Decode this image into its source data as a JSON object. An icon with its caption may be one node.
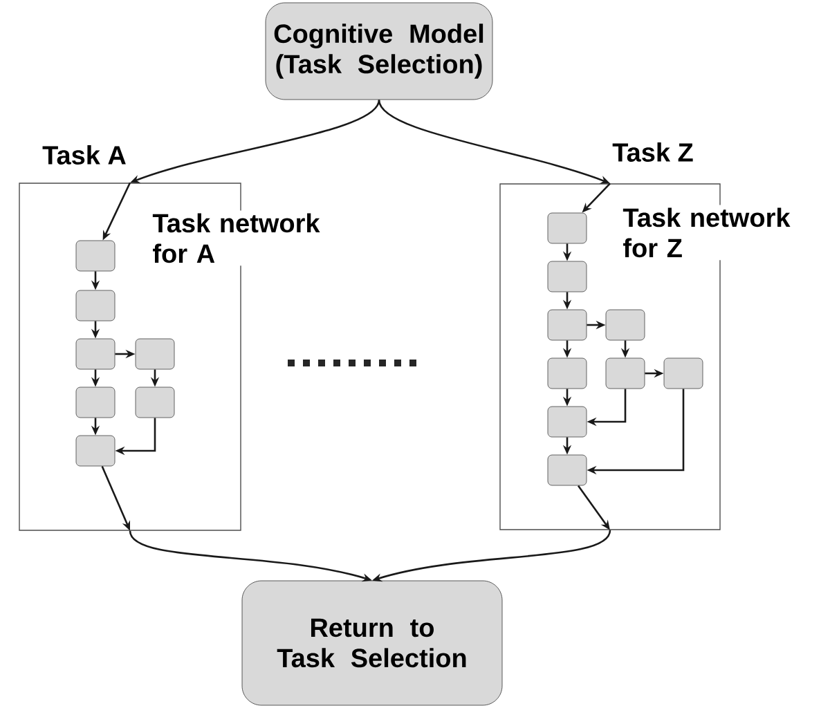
{
  "diagram": {
    "nodes": [
      {
        "text": [
          "Cognitive Model (Task Selection)"
        ]
      },
      {
        "text": [
          "Task network for A"
        ]
      },
      {
        "text": [],
        "shape": "box",
        "in": 1
      },
      {
        "text": [],
        "shape": "box",
        "in": 1
      },
      {
        "text": [],
        "shape": "box",
        "in": 1
      },
      {
        "text": [],
        "shape": "box",
        "in": 1
      },
      {
        "text": [],
        "shape": "box",
        "in": 1
      },
      {
        "text": [],
        "shape": "box",
        "in": 1
      },
      {
        "text": [],
        "shape": "box",
        "in": 1
      },
      {
        "text": [
          "Task network for Z"
        ]
      },
      {
        "text": [],
        "shape": "box",
        "in": 9
      },
      {
        "text": [],
        "shape": "box",
        "in": 9
      },
      {
        "text": [],
        "shape": "box",
        "in": 9
      },
      {
        "text": [],
        "shape": "box",
        "in": 9
      },
      {
        "text": [],
        "shape": "box",
        "in": 9
      },
      {
        "text": [],
        "shape": "box",
        "in": 9
      },
      {
        "text": [],
        "shape": "box",
        "in": 9
      },
      {
        "text": [],
        "shape": "box",
        "in": 9
      },
      {
        "text": [],
        "shape": "box",
        "in": 9
      },
      {
        "text": [
          "Return to Task Selection"
        ]
      }
    ],
    "edges": [
      {
        "from": 0,
        "to": 1,
        "arrow": "to",
        "label": "Task A"
      },
      {
        "from": 0,
        "to": 9,
        "arrow": "to",
        "label": "Task Z"
      },
      {
        "from": 1,
        "to": 2,
        "arrow": "to"
      },
      {
        "from": 2,
        "to": 3,
        "arrow": "to"
      },
      {
        "from": 3,
        "to": 4,
        "arrow": "to"
      },
      {
        "from": 4,
        "to": 5,
        "arrow": "to"
      },
      {
        "from": 4,
        "to": 6,
        "arrow": "to"
      },
      {
        "from": 5,
        "to": 7,
        "arrow": "to"
      },
      {
        "from": 6,
        "to": 8,
        "arrow": "to"
      },
      {
        "from": 7,
        "to": 8,
        "arrow": "to"
      },
      {
        "from": 8,
        "to": 1,
        "arrow": "to"
      },
      {
        "from": 9,
        "to": 10,
        "arrow": "to"
      },
      {
        "from": 10,
        "to": 11,
        "arrow": "to"
      },
      {
        "from": 11,
        "to": 12,
        "arrow": "to"
      },
      {
        "from": 12,
        "to": 13,
        "arrow": "to"
      },
      {
        "from": 12,
        "to": 14,
        "arrow": "to"
      },
      {
        "from": 13,
        "to": 15,
        "arrow": "to"
      },
      {
        "from": 14,
        "to": 17,
        "arrow": "to"
      },
      {
        "from": 15,
        "to": 16,
        "arrow": "to"
      },
      {
        "from": 15,
        "to": 17,
        "arrow": "to"
      },
      {
        "from": 16,
        "to": 18,
        "arrow": "to"
      },
      {
        "from": 17,
        "to": 18,
        "arrow": "to"
      },
      {
        "from": 18,
        "to": 9,
        "arrow": "to"
      },
      {
        "from": 1,
        "to": 19,
        "arrow": "to"
      },
      {
        "from": 9,
        "to": 19,
        "arrow": "to"
      }
    ]
  }
}
